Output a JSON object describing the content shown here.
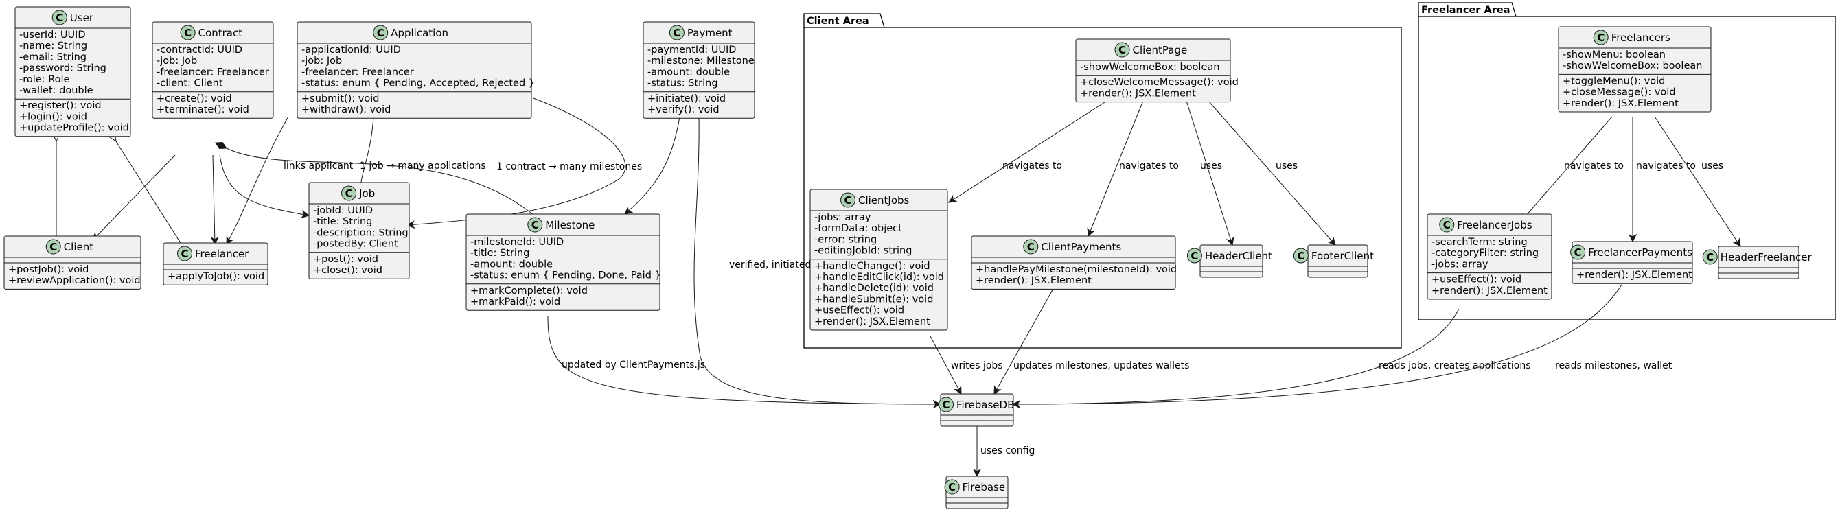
{
  "packages": {
    "client_area": "Client Area",
    "freelancer_area": "Freelancer Area"
  },
  "classes": {
    "user": {
      "name": "User",
      "fields": [
        "-userId: UUID",
        "-name: String",
        "-email: String",
        "-password: String",
        "-role: Role",
        "-wallet: double"
      ],
      "methods": [
        "+register(): void",
        "+login(): void",
        "+updateProfile(): void"
      ]
    },
    "contract": {
      "name": "Contract",
      "fields": [
        "-contractId: UUID",
        "-job: Job",
        "-freelancer: Freelancer",
        "-client: Client"
      ],
      "methods": [
        "+create(): void",
        "+terminate(): void"
      ]
    },
    "application": {
      "name": "Application",
      "fields": [
        "-applicationId: UUID",
        "-job: Job",
        "-freelancer: Freelancer",
        "-status: enum { Pending, Accepted, Rejected }"
      ],
      "methods": [
        "+submit(): void",
        "+withdraw(): void"
      ]
    },
    "payment": {
      "name": "Payment",
      "fields": [
        "-paymentId: UUID",
        "-milestone: Milestone",
        "-amount: double",
        "-status: String"
      ],
      "methods": [
        "+initiate(): void",
        "+verify(): void"
      ]
    },
    "client": {
      "name": "Client",
      "fields": [],
      "methods": [
        "+postJob(): void",
        "+reviewApplication(): void"
      ]
    },
    "freelancer": {
      "name": "Freelancer",
      "fields": [],
      "methods": [
        "+applyToJob(): void"
      ]
    },
    "job": {
      "name": "Job",
      "fields": [
        "-jobId: UUID",
        "-title: String",
        "-description: String",
        "-postedBy: Client"
      ],
      "methods": [
        "+post(): void",
        "+close(): void"
      ]
    },
    "milestone": {
      "name": "Milestone",
      "fields": [
        "-milestoneId: UUID",
        "-title: String",
        "-amount: double",
        "-status: enum { Pending, Done, Paid }"
      ],
      "methods": [
        "+markComplete(): void",
        "+markPaid(): void"
      ]
    },
    "client_page": {
      "name": "ClientPage",
      "fields": [
        "-showWelcomeBox: boolean"
      ],
      "methods": [
        "+closeWelcomeMessage(): void",
        "+render(): JSX.Element"
      ]
    },
    "client_jobs": {
      "name": "ClientJobs",
      "fields": [
        "-jobs: array",
        "-formData: object",
        "-error: string",
        "-editingJobId: string"
      ],
      "methods": [
        "+handleChange(): void",
        "+handleEditClick(id): void",
        "+handleDelete(id): void",
        "+handleSubmit(e): void",
        "+useEffect(): void",
        "+render(): JSX.Element"
      ]
    },
    "client_payments": {
      "name": "ClientPayments",
      "fields": [],
      "methods": [
        "+handlePayMilestone(milestoneId): void",
        "+render(): JSX.Element"
      ]
    },
    "header_client": {
      "name": "HeaderClient",
      "fields": [],
      "methods": []
    },
    "footer_client": {
      "name": "FooterClient",
      "fields": [],
      "methods": []
    },
    "freelancers": {
      "name": "Freelancers",
      "fields": [
        "-showMenu: boolean",
        "-showWelcomeBox: boolean"
      ],
      "methods": [
        "+toggleMenu(): void",
        "+closeMessage(): void",
        "+render(): JSX.Element"
      ]
    },
    "freelancer_jobs": {
      "name": "FreelancerJobs",
      "fields": [
        "-searchTerm: string",
        "-categoryFilter: string",
        "-jobs: array"
      ],
      "methods": [
        "+useEffect(): void",
        "+render(): JSX.Element"
      ]
    },
    "freelancer_payments": {
      "name": "FreelancerPayments",
      "fields": [],
      "methods": [
        "+render(): JSX.Element"
      ]
    },
    "header_freelancer": {
      "name": "HeaderFreelancer",
      "fields": [],
      "methods": []
    },
    "firebase_db": {
      "name": "FirebaseDB",
      "fields": [],
      "methods": []
    },
    "firebase": {
      "name": "Firebase",
      "fields": [],
      "methods": []
    }
  },
  "relations": {
    "links_applicant": "links applicant",
    "job_applications": "1 job → many applications",
    "contract_milestones": "1 contract → many milestones",
    "verified_initiated": "verified, initiated",
    "updated_by": "updated by ClientPayments.js",
    "navigates_to_1": "navigates to",
    "navigates_to_2": "navigates to",
    "uses_1": "uses",
    "uses_2": "uses",
    "writes_jobs": "writes jobs",
    "updates_milestones": "updates milestones, updates wallets",
    "navigates_to_3": "navigates to",
    "navigates_to_4": "navigates to",
    "uses_3": "uses",
    "reads_jobs": "reads jobs, creates applications",
    "reads_milestones": "reads milestones, wallet",
    "uses_config": "uses config"
  },
  "class_circle_letter": "C",
  "colors": {
    "class_fill": "#f1f1f1",
    "circle_fill": "#add1b2",
    "line": "#181818"
  }
}
